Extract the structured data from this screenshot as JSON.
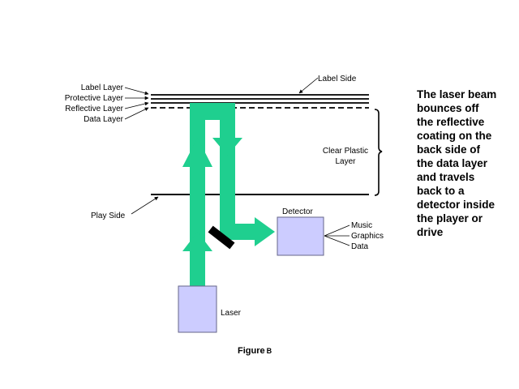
{
  "layers": {
    "label": "Label Layer",
    "protective": "Protective Layer",
    "reflective": "Reflective Layer",
    "data": "Data Layer"
  },
  "label_side": "Label Side",
  "play_side": "Play Side",
  "clear_plastic": [
    "Clear Plastic",
    "Layer"
  ],
  "detector": "Detector",
  "detector_outputs": [
    "Music",
    "Graphics",
    "Data"
  ],
  "laser": "Laser",
  "explanation_lines": [
    "The laser beam",
    "bounces off",
    "the reflective",
    "coating on the",
    "back side of",
    "the data layer",
    "and travels",
    "back to a",
    "detector inside",
    "the player or",
    "drive"
  ],
  "caption": {
    "main": "Figure",
    "suffix": "B"
  },
  "colors": {
    "beam": "#1fcf8f",
    "box_fill": "#ccccff",
    "box_stroke": "#666688",
    "mirror": "#000000",
    "line": "#000000"
  }
}
